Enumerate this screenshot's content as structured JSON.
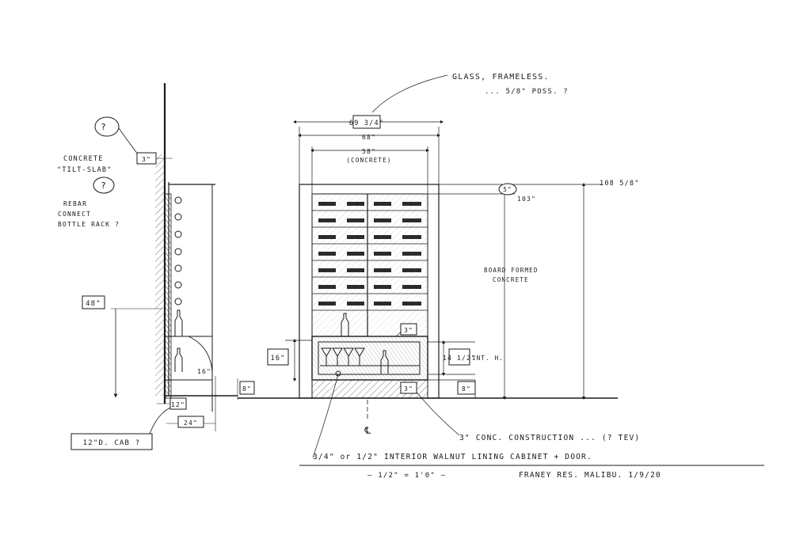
{
  "notes": {
    "glass_line1": "GLASS, FRAMELESS.",
    "glass_line2": "... 5/8\" POSS. ?",
    "concrete_line1": "CONCRETE",
    "concrete_line2": "\"TILT-SLAB\"",
    "rebar_line1": "REBAR",
    "rebar_line2": "CONNECT",
    "rebar_line3": "BOTTLE RACK ?",
    "board_line1": "BOARD FORMED",
    "board_line2": "CONCRETE",
    "int_h": "INT. H.",
    "conc_construction": "3\" CONC. CONSTRUCTION ... (? TEV)",
    "walnut": "3/4\" or 1/2\" INTERIOR WALNUT LINING CABINET + DOOR.",
    "cab": "12\"D. CAB ?",
    "scale": "— 1/2\" = 1'0\" —",
    "title_block": "FRANEY RES. MALIBU.  1/9/20",
    "question": "?",
    "concrete_paren": "(CONCRETE)",
    "centerline": "℄"
  },
  "dims": {
    "d_3_top": "3\"",
    "d_48_left": "48\"",
    "d_16_side": "16\"",
    "d_8_side": "8\"",
    "d_12": "12\"",
    "d_24": "24\"",
    "d_69": "69 3/4\"",
    "d_68": "68\"",
    "d_58": "58\"",
    "d_5": "5\"",
    "d_103": "103\"",
    "d_108": "108 5/8\"",
    "d_16_front": "16\"",
    "d_3_shelf": "3\"",
    "d_14": "14 1/2\"",
    "d_3_base": "3\"",
    "d_8_front": "8\""
  }
}
